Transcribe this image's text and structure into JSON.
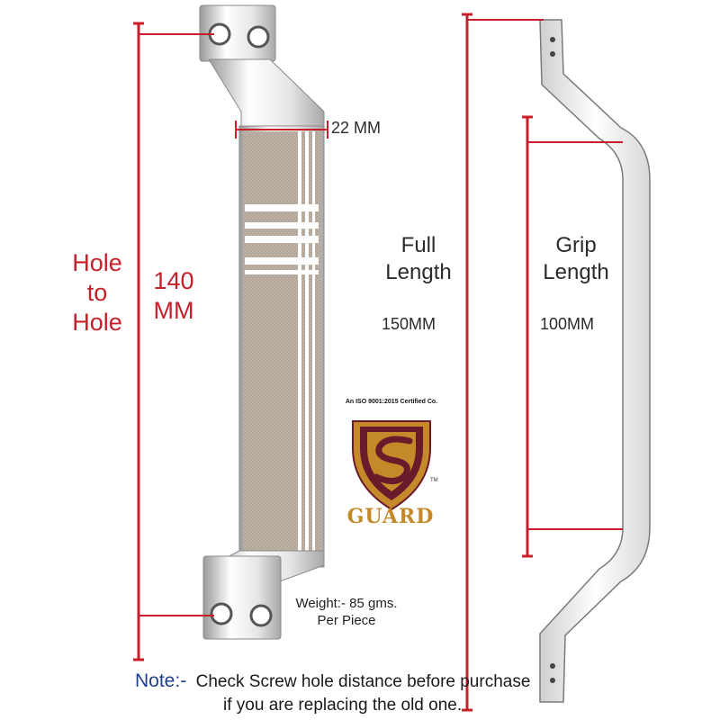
{
  "product": {
    "left_dimension": {
      "title_lines": [
        "Hole",
        "to",
        "Hole"
      ],
      "value_lines": [
        "140",
        "MM"
      ]
    },
    "width_dimension": "22 MM",
    "full_length": {
      "title_lines": [
        "Full",
        "Length"
      ],
      "value": "150MM"
    },
    "grip_length": {
      "title_lines": [
        "Grip",
        "Length"
      ],
      "value": "100MM"
    },
    "weight": {
      "line1": "Weight:- 85 gms.",
      "line2": "Per Piece"
    }
  },
  "logo": {
    "certification": "An ISO 9001:2015 Certified Co.",
    "brand": "GUARD",
    "trademark": "TM"
  },
  "note": {
    "label": "Note:-",
    "line1": "Check Screw hole distance before purchase",
    "line2": "if you are replacing the old one."
  },
  "colors": {
    "dimension_red": "#c8202a",
    "chrome_light": "#f4f4f4",
    "chrome_dark": "#8c8c8c",
    "grip_texture": "#b8ada0",
    "logo_maroon": "#6a1a2a",
    "logo_gold": "#c48a2a",
    "note_blue": "#1f3f8f"
  }
}
